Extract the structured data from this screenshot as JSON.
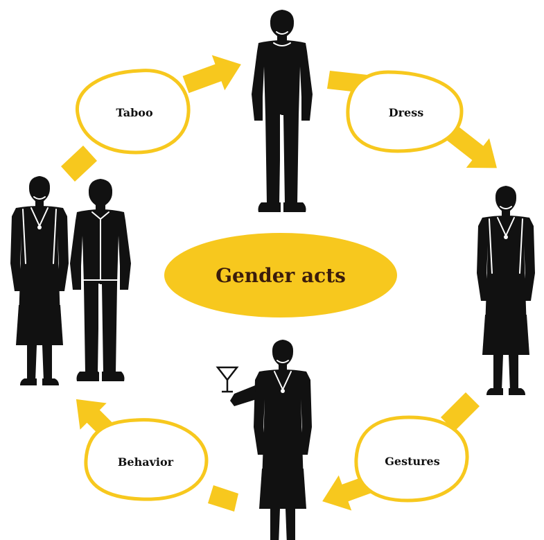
{
  "diagram": {
    "center": {
      "label": "Gender acts"
    },
    "steps": [
      {
        "id": "taboo",
        "label": "Taboo"
      },
      {
        "id": "dress",
        "label": "Dress"
      },
      {
        "id": "gestures",
        "label": "Gestures"
      },
      {
        "id": "behavior",
        "label": "Behavior"
      }
    ]
  },
  "colors": {
    "accent": "#F7C81E",
    "arrow": "#F7C81E",
    "figure": "#111111",
    "background": "#FFFFFF"
  },
  "icons": {
    "figures": [
      "man-figure",
      "man-in-dress-figure",
      "man-in-dress-with-cocktail-figure",
      "man-and-man-in-dress-pair"
    ]
  }
}
